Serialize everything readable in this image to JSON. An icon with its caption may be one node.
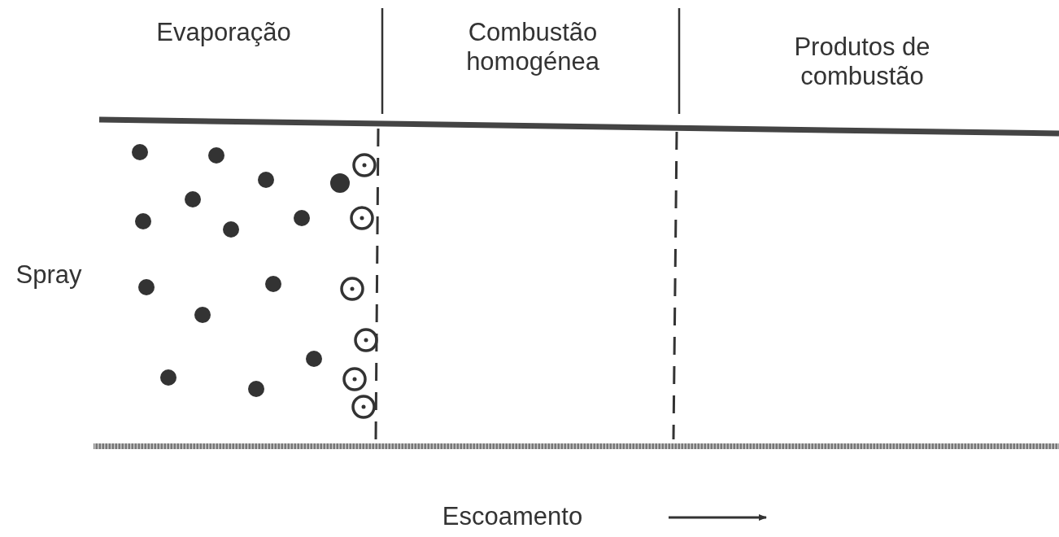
{
  "diagram": {
    "labels": [
      "Evaporação",
      "Combustão homogénea",
      "Produtos de combustão",
      "Spray",
      "Escoamento"
    ]
  }
}
